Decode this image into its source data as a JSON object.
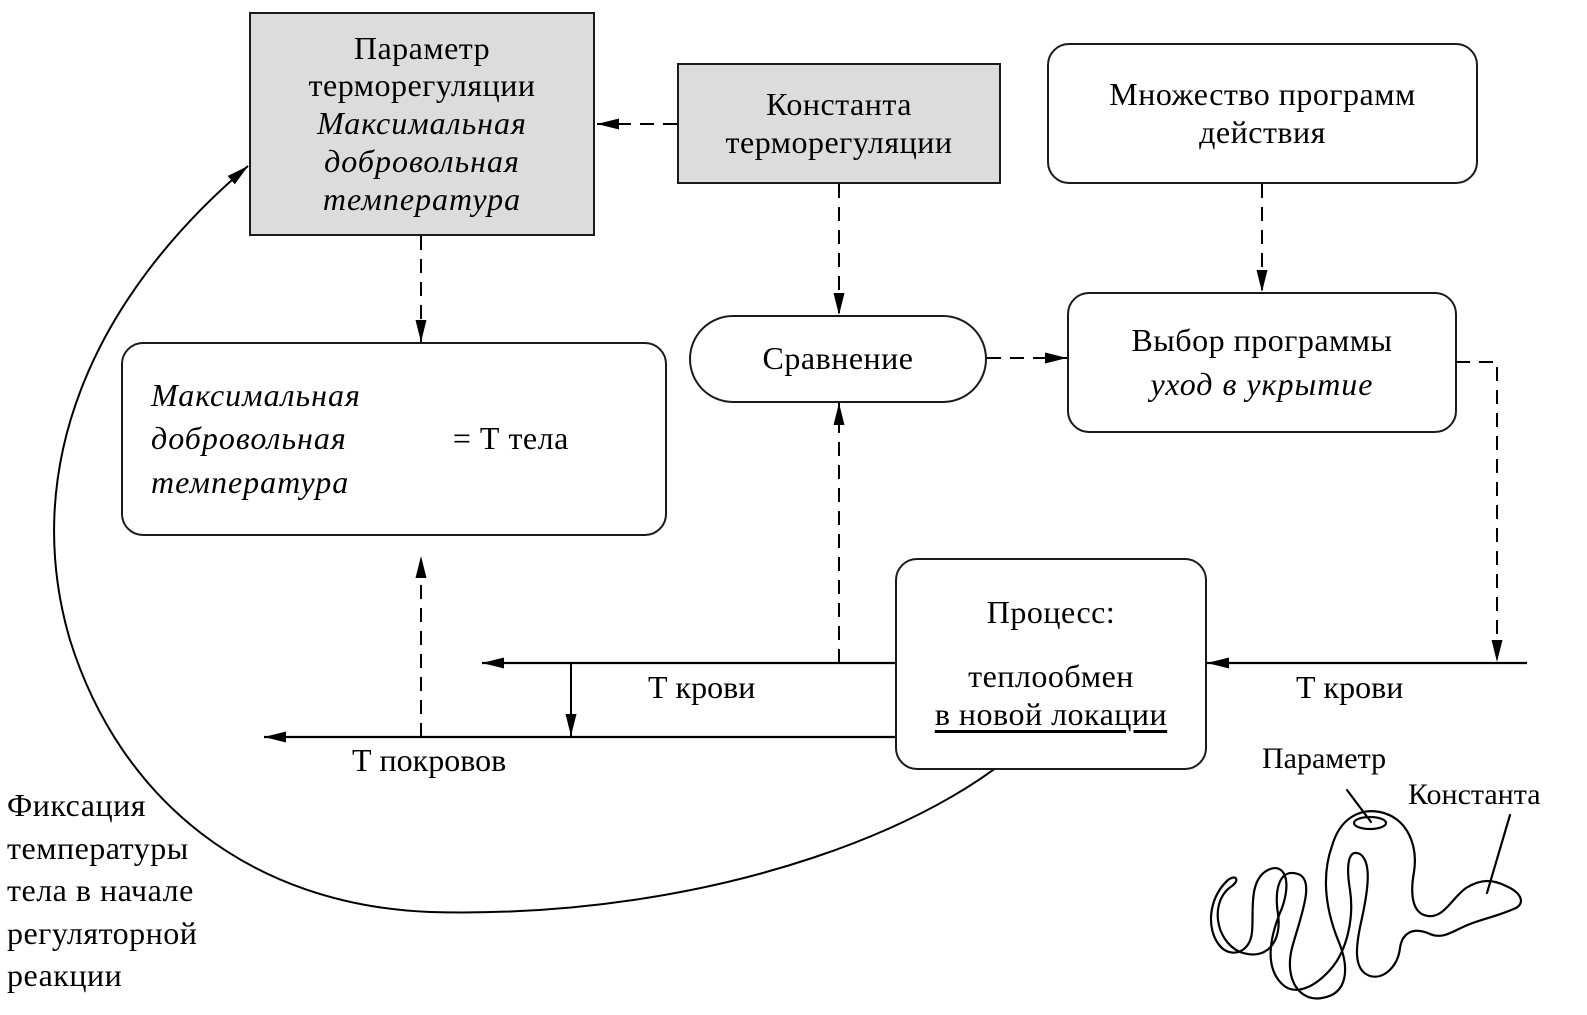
{
  "boxes": {
    "parameter": {
      "title_line1": "Параметр",
      "title_line2": "терморегуляции",
      "italic_line1": "Максимальная",
      "italic_line2": "добровольная",
      "italic_line3": "температура",
      "fill": "#dcdcdc"
    },
    "constant": {
      "line1": "Константа",
      "line2": "терморегуляции",
      "fill": "#dcdcdc"
    },
    "programs": {
      "line1": "Множество программ",
      "line2": "действия"
    },
    "equation": {
      "italic_line1": "Максимальная",
      "italic_line2": "добровольная",
      "italic_line3": "температура",
      "rhs": "= Т тела"
    },
    "comparison": {
      "label": "Сравнение"
    },
    "program_choice": {
      "line1": "Выбор программы",
      "italic_line2": "уход в укрытие"
    },
    "process": {
      "line1": "Процесс:",
      "line2": "теплообмен",
      "line3": "в новой локации"
    }
  },
  "flow_labels": {
    "t_blood_left": "Т крови",
    "t_blood_right": "Т крови",
    "t_skin": "Т покровов"
  },
  "annotation": {
    "lines": [
      "Фиксация",
      "температуры",
      "тела в начале",
      "регуляторной",
      "реакции"
    ]
  },
  "snake": {
    "icon": "snake-icon",
    "parameter_label": "Параметр",
    "constant_label": "Константа"
  }
}
